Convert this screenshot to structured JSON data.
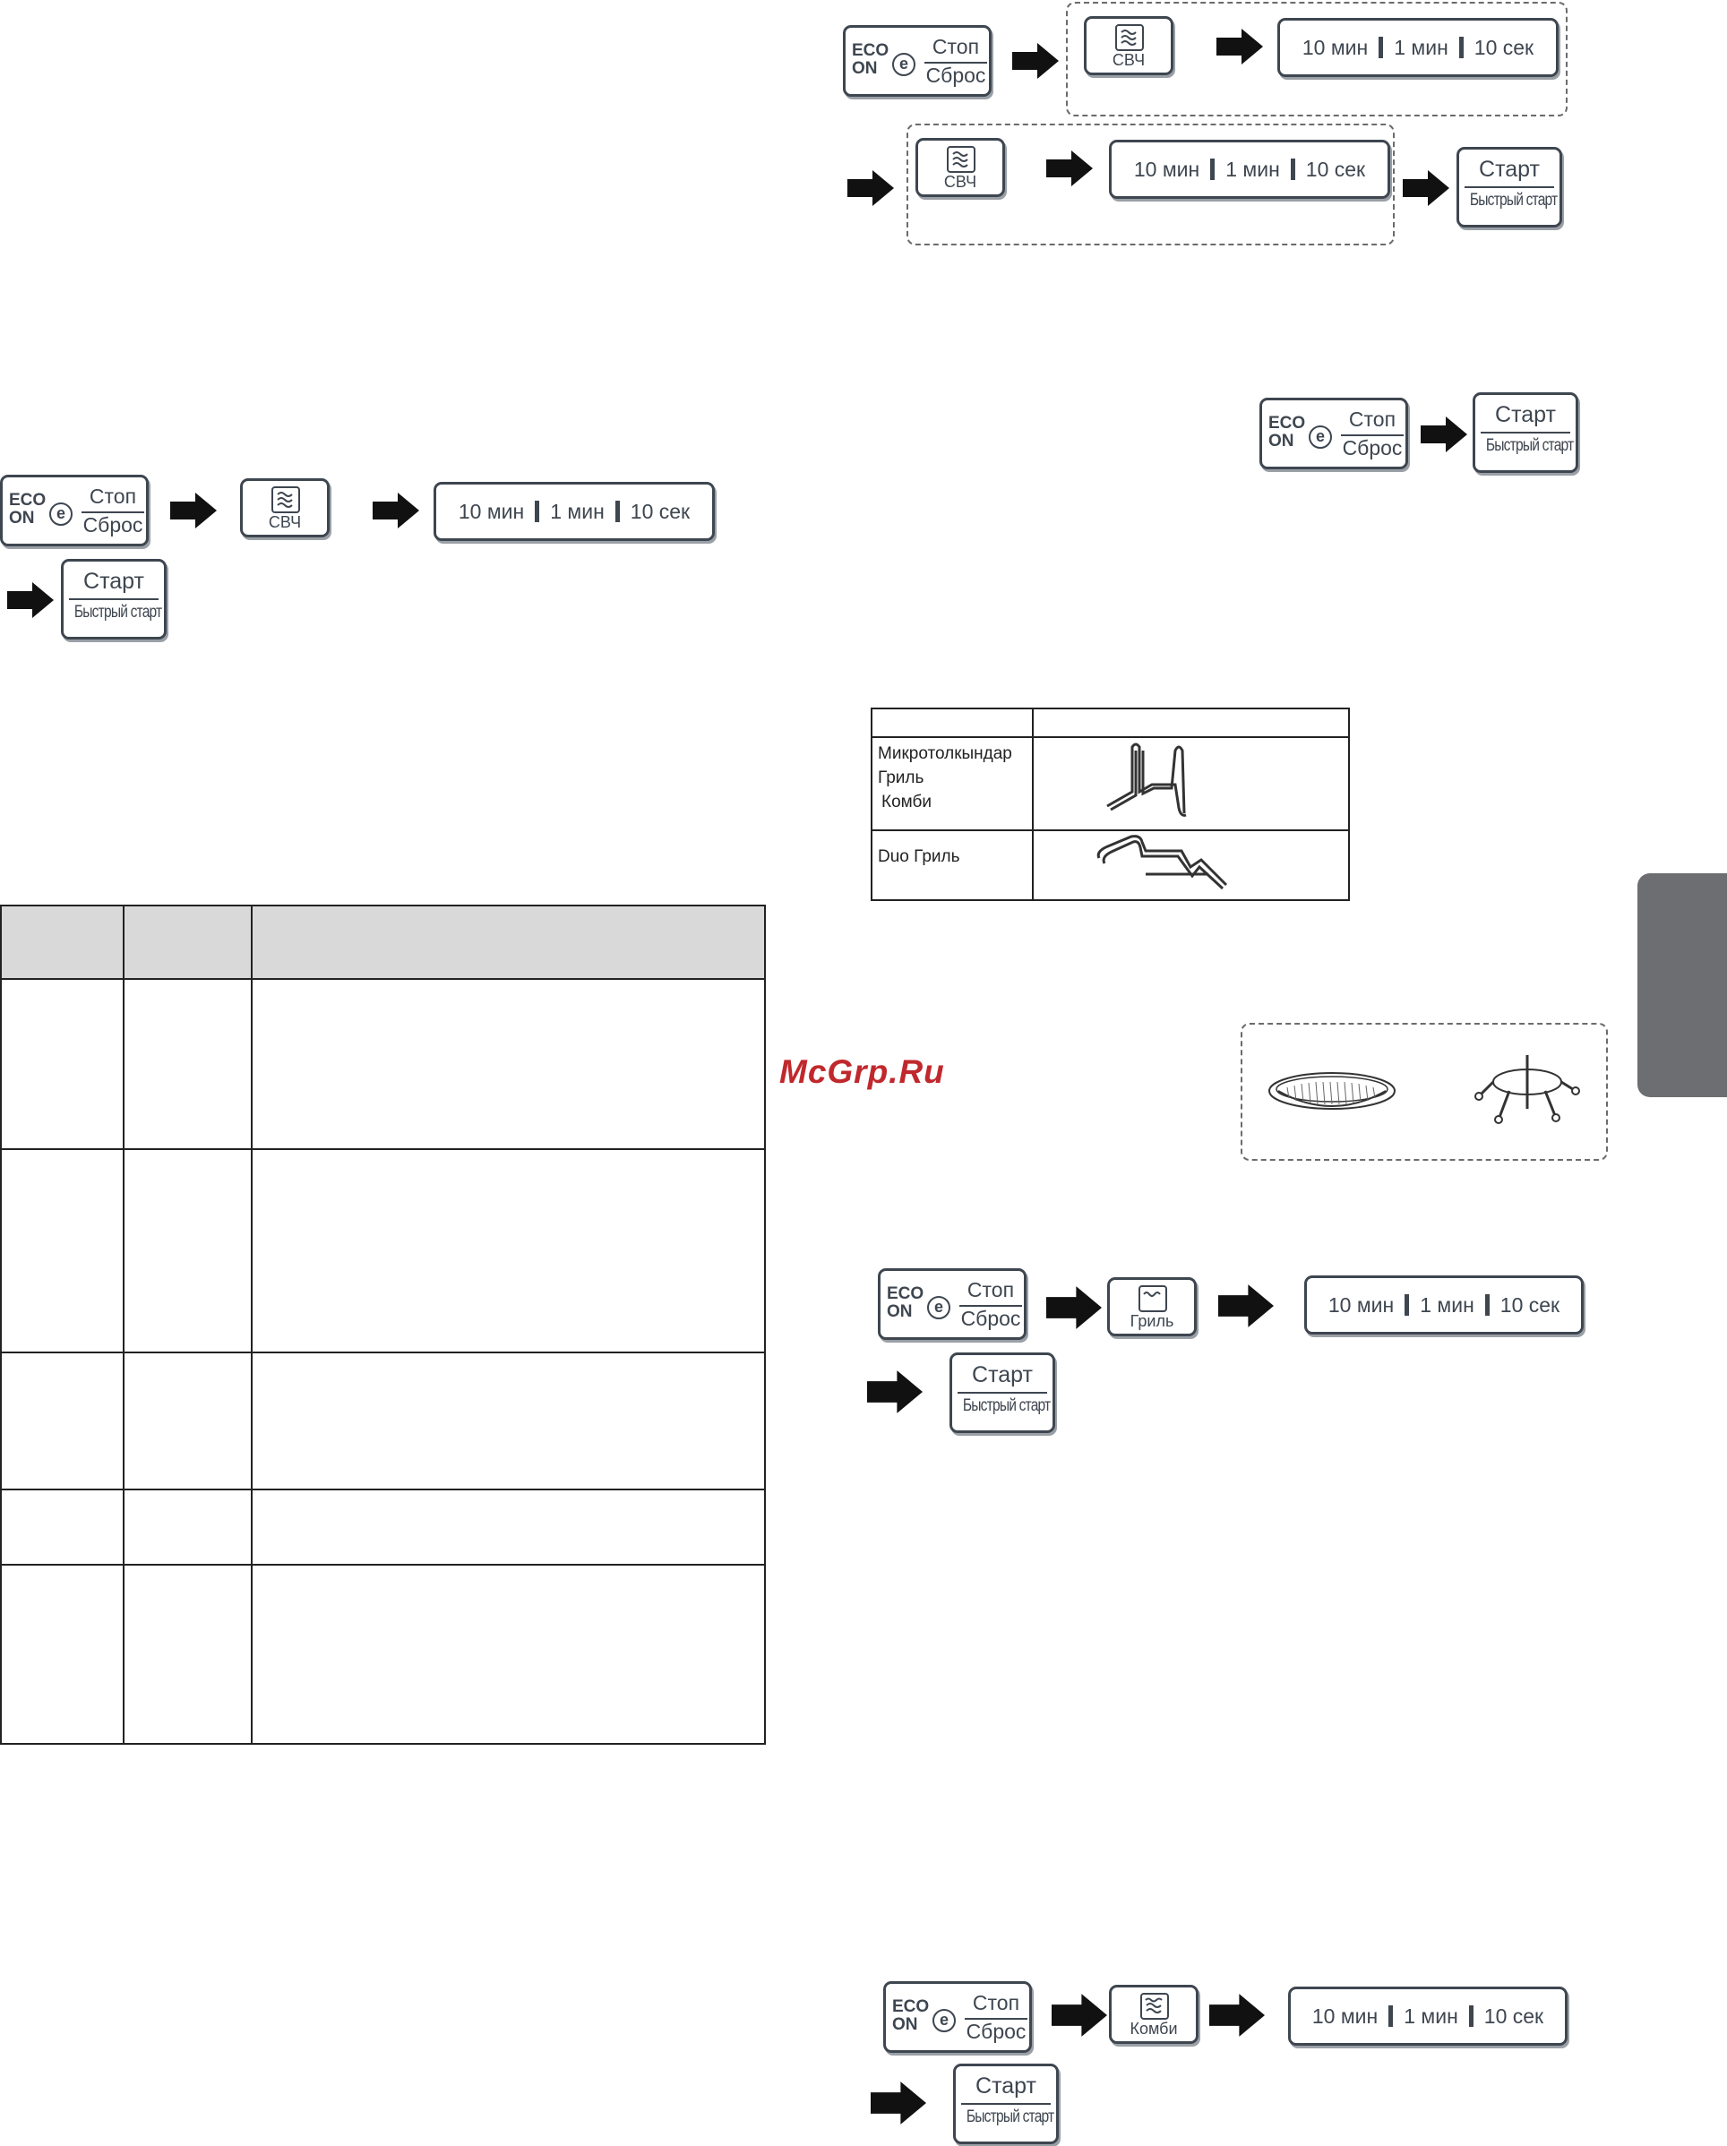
{
  "buttons": {
    "eco_line1": "ECO",
    "eco_line2": "ON",
    "eco_leaf": "e",
    "stop": "Стоп",
    "reset": "Сброс",
    "start": "Старт",
    "quick_start": "Быстрый старт",
    "microwave": "СВЧ",
    "grill": "Гриль",
    "combi": "Комби",
    "time_10min": "10 мин",
    "time_1min": "1 мин",
    "time_10sec": "10 сек"
  },
  "accessories_table": {
    "row1_modes": [
      "Микротолкындар",
      "Гриль",
      "Комби"
    ],
    "row2_mode_duo": "Duo",
    "row2_mode_grill": "Гриль"
  },
  "watermark": "McGrp.Ru",
  "colors": {
    "key_border": "#3e4650",
    "table_header_bg": "#d9d9d9",
    "side_tab": "#6d6e71",
    "watermark": "#c0282d"
  }
}
